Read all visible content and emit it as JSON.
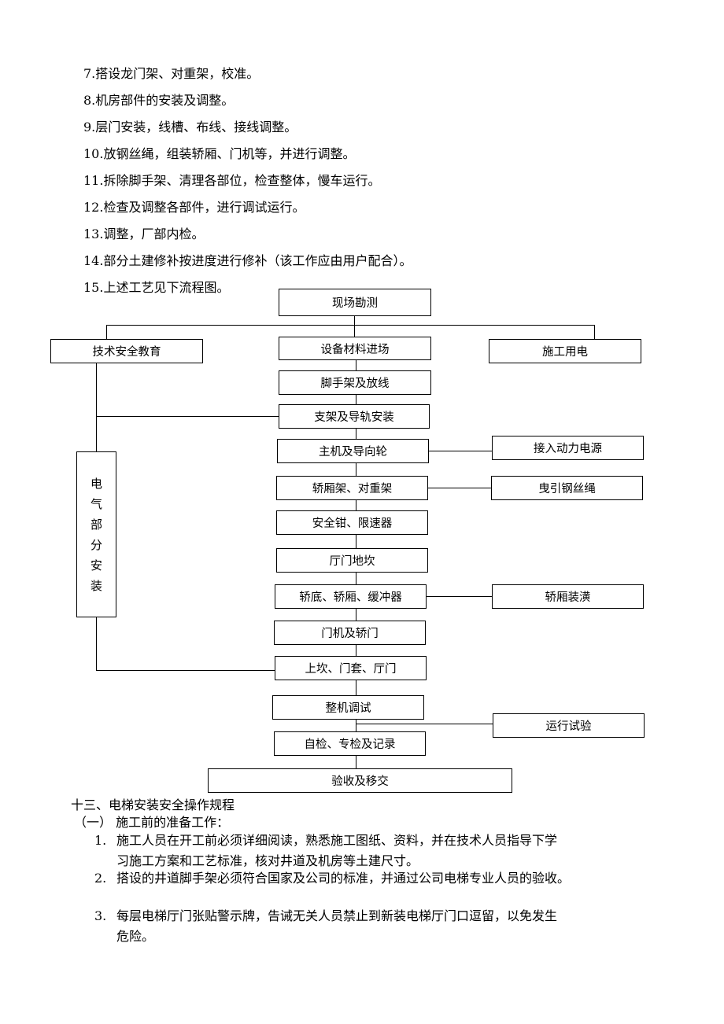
{
  "steps": [
    "7.搭设龙门架、对重架，校准。",
    "8.机房部件的安装及调整。",
    "9.层门安装，线槽、布线、接线调整。",
    "10.放钢丝绳，组装轿厢、门机等，并进行调整。",
    "11.拆除脚手架、清理各部位，检查整体，慢车运行。",
    "12.检查及调整各部件，进行调试运行。",
    "13.调整，厂部内检。",
    "14.部分土建修补按进度进行修补（该工作应由用户配合）。",
    "15.上述工艺见下流程图。"
  ],
  "flowchart": {
    "top": "现场勘测",
    "branch_left": "技术安全教育",
    "branch_right": "施工用电",
    "main": [
      "设备材料进场",
      "脚手架及放线",
      "支架及导轨安装",
      "主机及导向轮",
      "轿厢架、对重架",
      "安全钳、限速器",
      "厅门地坎",
      "轿底、轿厢、缓冲器",
      "门机及轿门",
      "上坎、门套、厅门",
      "整机调试",
      "自检、专检及记录"
    ],
    "final": "验收及移交",
    "side_left": [
      "电",
      "气",
      "部",
      "分",
      "安",
      "装"
    ],
    "side_right": {
      "power": "接入动力电源",
      "rope": "曳引钢丝绳",
      "decor": "轿厢装潢",
      "trial": "运行试验"
    }
  },
  "section": {
    "heading": "十三、电梯安装安全操作规程",
    "sub": "（一）  施工前的准备工作：",
    "items": [
      {
        "num": "1.",
        "line1": "施工人员在开工前必须详细阅读，熟悉施工图纸、资料，并在技术人员指导下学",
        "line2": "习施工方案和工艺标准，核对井道及机房等土建尺寸。"
      },
      {
        "num": "2.",
        "line1": "搭设的井道脚手架必须符合国家及公司的标准，并通过公司电梯专业人员的验收。",
        "line2": ""
      },
      {
        "num": "3.",
        "line1": "每层电梯厅门张贴警示牌，告诫无关人员禁止到新装电梯厅门口逗留，以免发生",
        "line2": "危险。"
      }
    ]
  }
}
